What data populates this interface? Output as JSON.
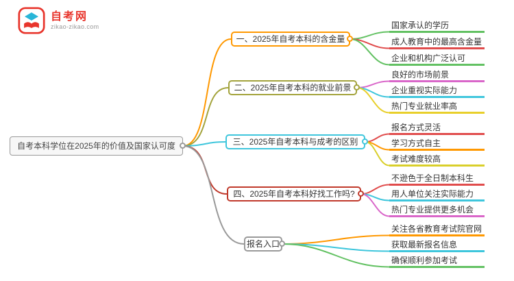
{
  "brand": {
    "name": "自考网",
    "domain": "zikao-zikao.com",
    "color": "#e8352c",
    "accent": "#29b6d8"
  },
  "root": {
    "label": "自考本科学位在2025年的价值及国家认可度",
    "color": "#999999"
  },
  "branches": [
    {
      "label": "一、2025年自考本科的含金量",
      "color": "#ff9800",
      "children": [
        {
          "text": "国家承认的学历",
          "color": "#62c162"
        },
        {
          "text": "成人教育中的最高含金量",
          "color": "#e04b4b"
        },
        {
          "text": "企业和机构广泛认可",
          "color": "#62c162"
        }
      ]
    },
    {
      "label": "二、2025年自考本科的就业前景",
      "color": "#a3a33c",
      "children": [
        {
          "text": "良好的市场前景",
          "color": "#d966c9"
        },
        {
          "text": "企业重视实际能力",
          "color": "#3ec6dc"
        },
        {
          "text": "热门专业就业率高",
          "color": "#e8cf2a"
        }
      ]
    },
    {
      "label": "三、2025年自考本科与成考的区别",
      "color": "#3ec6dc",
      "children": [
        {
          "text": "报名方式灵活",
          "color": "#e04b4b"
        },
        {
          "text": "学习方式自主",
          "color": "#ff9800"
        },
        {
          "text": "考试难度较高",
          "color": "#d9cf2a"
        }
      ]
    },
    {
      "label": "四、2025年自考本科好找工作吗?",
      "color": "#c0392b",
      "children": [
        {
          "text": "不逊色于全日制本科生",
          "color": "#e04b4b"
        },
        {
          "text": "用人单位关注实际能力",
          "color": "#3ec6dc"
        },
        {
          "text": "热门专业提供更多机会",
          "color": "#d966c9"
        }
      ]
    },
    {
      "label": "报名入口",
      "color": "#999999",
      "children": [
        {
          "text": "关注各省教育考试院官网",
          "color": "#ff9800"
        },
        {
          "text": "获取最新报名信息",
          "color": "#3ec6dc"
        },
        {
          "text": "确保顺利参加考试",
          "color": "#62c162"
        }
      ]
    }
  ]
}
